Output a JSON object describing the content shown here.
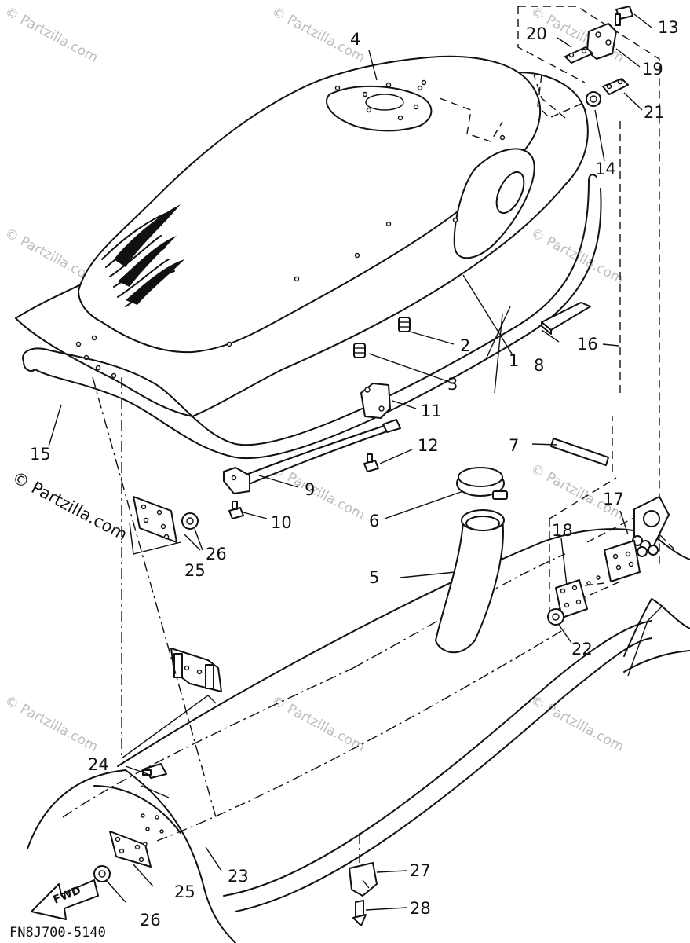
{
  "diagram": {
    "callouts": [
      {
        "id": "c1",
        "label": "1"
      },
      {
        "id": "c2",
        "label": "2"
      },
      {
        "id": "c3",
        "label": "3"
      },
      {
        "id": "c4",
        "label": "4"
      },
      {
        "id": "c5",
        "label": "5"
      },
      {
        "id": "c6",
        "label": "6"
      },
      {
        "id": "c7",
        "label": "7"
      },
      {
        "id": "c8",
        "label": "8"
      },
      {
        "id": "c9",
        "label": "9"
      },
      {
        "id": "c10",
        "label": "10"
      },
      {
        "id": "c11",
        "label": "11"
      },
      {
        "id": "c12",
        "label": "12"
      },
      {
        "id": "c13",
        "label": "13"
      },
      {
        "id": "c14",
        "label": "14"
      },
      {
        "id": "c15",
        "label": "15"
      },
      {
        "id": "c16",
        "label": "16"
      },
      {
        "id": "c17",
        "label": "17"
      },
      {
        "id": "c18",
        "label": "18"
      },
      {
        "id": "c19",
        "label": "19"
      },
      {
        "id": "c20",
        "label": "20"
      },
      {
        "id": "c21",
        "label": "21"
      },
      {
        "id": "c22",
        "label": "22"
      },
      {
        "id": "c23",
        "label": "23"
      },
      {
        "id": "c24",
        "label": "24"
      },
      {
        "id": "c25a",
        "label": "25"
      },
      {
        "id": "c25b",
        "label": "25"
      },
      {
        "id": "c26a",
        "label": "26"
      },
      {
        "id": "c26b",
        "label": "26"
      },
      {
        "id": "c27",
        "label": "27"
      },
      {
        "id": "c28",
        "label": "28"
      }
    ],
    "fwd_label": "FWD",
    "drawing_code": "FN8J700-5140",
    "watermark_main": "© Partzilla.com",
    "watermark_faint": "© Partzilla.com"
  }
}
